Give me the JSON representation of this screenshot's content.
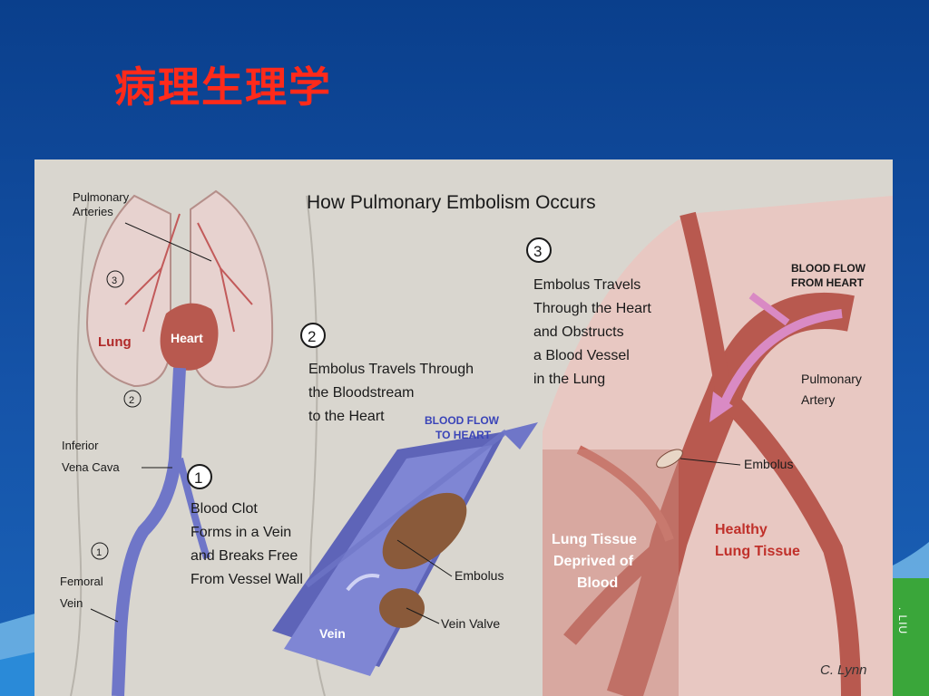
{
  "slide": {
    "title": "病理生理学",
    "corner_text": ". LIU"
  },
  "figure": {
    "title": "How Pulmonary Embolism Occurs",
    "labels": {
      "pulmonary_arteries": [
        "Pulmonary",
        "Arteries"
      ],
      "lung": "Lung",
      "heart": "Heart",
      "inferior_vena_cava": [
        "Inferior",
        "Vena Cava"
      ],
      "femoral_vein": [
        "Femoral",
        "Vein"
      ],
      "vein": "Vein",
      "embolus": "Embolus",
      "vein_valve": "Vein Valve",
      "blood_flow_to_heart": [
        "BLOOD FLOW",
        "TO HEART"
      ],
      "blood_flow_from_heart": [
        "BLOOD FLOW",
        "FROM HEART"
      ],
      "pulmonary_artery": [
        "Pulmonary",
        "Artery"
      ],
      "embolus_right": "Embolus",
      "healthy_lung_tissue": [
        "Healthy",
        "Lung Tissue"
      ],
      "lung_tissue_deprived": [
        "Lung Tissue",
        "Deprived of",
        "Blood"
      ],
      "signature": "C. Lynn"
    },
    "markers": {
      "one": "1",
      "two": "2",
      "three": "3"
    },
    "steps": {
      "step1": [
        "Blood Clot",
        "Forms in a Vein",
        "and Breaks Free",
        "From Vessel Wall"
      ],
      "step2": [
        "Embolus Travels Through",
        "the Bloodstream",
        "to the Heart"
      ],
      "step3": [
        "Embolus Travels",
        "Through the Heart",
        "and Obstructs",
        "a Blood Vessel",
        "in the Lung"
      ]
    }
  },
  "colors": {
    "title_red": "#ff2a1a",
    "slide_blue": "#1553a8",
    "vein_blue": "#6f76c8",
    "tissue_red": "#b8594f",
    "flow_pink": "#d98ac4"
  }
}
